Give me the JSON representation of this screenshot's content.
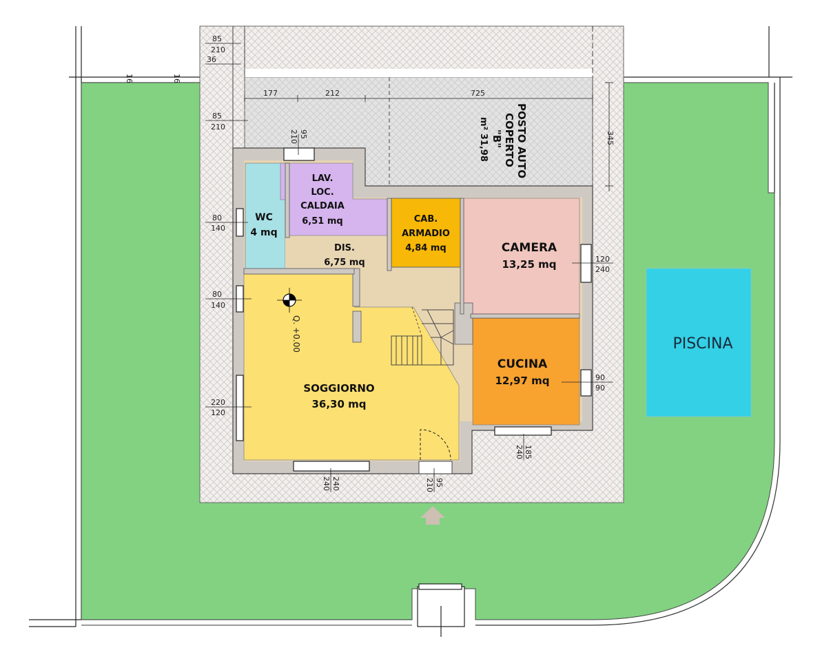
{
  "colors": {
    "garden": "#82D282",
    "hatch_bg": "#F2F0EE",
    "hatch_line": "#C9C3BE",
    "wall": "#CFC9C4",
    "carport": "#E4E4E4",
    "wc": "#A7E1E6",
    "lavanderia": "#D6B4EE",
    "disimpegno": "#E8D6B3",
    "cab_armadio": "#F7B807",
    "camera": "#F1C6BF",
    "cucina": "#F8A22F",
    "soggiorno": "#FCE072",
    "piscina": "#33D0E6"
  },
  "rooms": {
    "wc": {
      "name": "WC",
      "area": "4 mq"
    },
    "lavanderia": {
      "line1": "LAV.",
      "line2": "LOC.",
      "line3": "CALDAIA",
      "area": "6,51 mq"
    },
    "disimpegno": {
      "name": "DIS.",
      "area": "6,75 mq"
    },
    "cab_armadio": {
      "line1": "CAB.",
      "line2": "ARMADIO",
      "area": "4,84 mq"
    },
    "camera": {
      "name": "CAMERA",
      "area": "13,25 mq"
    },
    "cucina": {
      "name": "CUCINA",
      "area": "12,97 mq"
    },
    "soggiorno": {
      "name": "SOGGIORNO",
      "area": "36,30 mq"
    },
    "piscina": {
      "name": "PISCINA"
    },
    "posto_auto": {
      "line1": "POSTO AUTO",
      "line2": "COPERTO",
      "line3": "\"B\"",
      "area": "m² 31,98"
    }
  },
  "level_marker": "Q. +0.00",
  "dimensions": {
    "top_a": "85",
    "top_b": "210",
    "top_c": "36",
    "left_door_a": "85",
    "left_door_b": "210",
    "door_top_a": "95",
    "door_top_b": "210",
    "seg1": "177",
    "seg2": "212",
    "seg3": "725",
    "carport_depth": "345",
    "wc_win_a": "80",
    "wc_win_b": "140",
    "sog_win_a": "80",
    "sog_win_b": "140",
    "sog_win2_a": "220",
    "sog_win2_b": "120",
    "cam_win_a": "120",
    "cam_win_b": "240",
    "cuc_win_a": "90",
    "cuc_win_b": "90",
    "cuc_bot_a": "185",
    "cuc_bot_b": "240",
    "sog_bot_a": "240",
    "sog_bot_b": "240",
    "entry_a": "95",
    "entry_b": "210",
    "tick_left_a": "16",
    "tick_left_b": "16"
  }
}
